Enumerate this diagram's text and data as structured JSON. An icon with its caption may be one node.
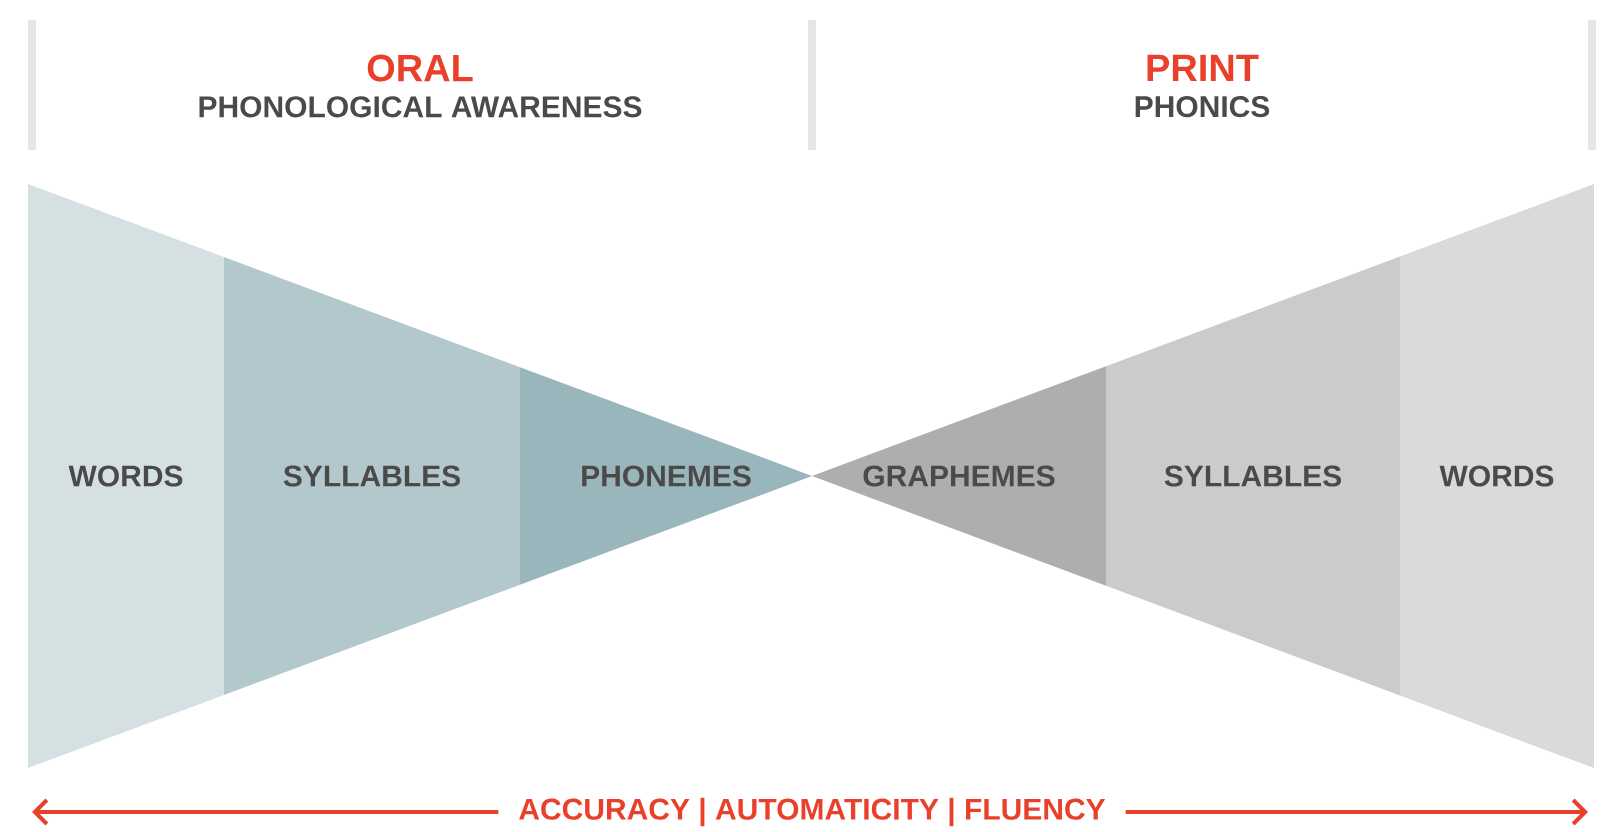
{
  "diagram": {
    "nodes": [
      {
        "text": [
          "ORAL",
          "PHONOLOGICAL AWARENESS"
        ]
      },
      {
        "text": [
          "PRINT",
          "PHONICS"
        ]
      },
      {
        "text": [
          "WORDS"
        ]
      },
      {
        "text": [
          "SYLLABLES"
        ]
      },
      {
        "text": [
          "PHONEMES"
        ]
      },
      {
        "text": [
          "GRAPHEMES"
        ]
      },
      {
        "text": [
          "SYLLABLES"
        ]
      },
      {
        "text": [
          "WORDS"
        ]
      }
    ],
    "labels": [
      "ACCURACY | AUTOMATICITY | FLUENCY"
    ]
  }
}
